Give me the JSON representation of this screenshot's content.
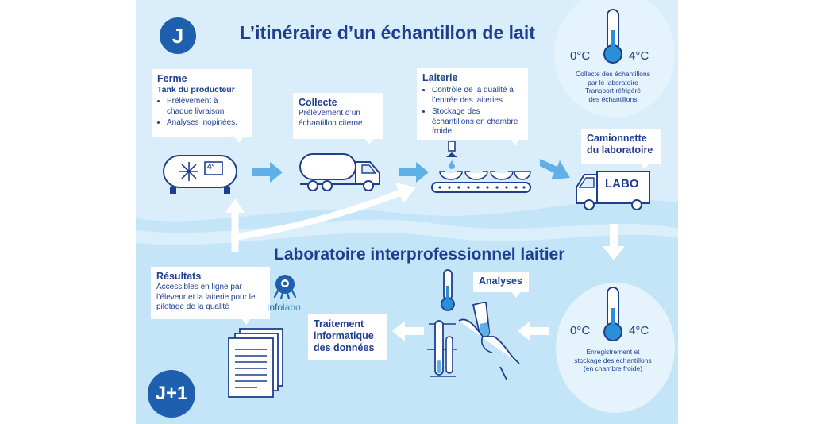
{
  "header": {
    "day_badge": "J",
    "title": "L’itinéraire d’un échantillon de lait"
  },
  "ferme": {
    "title": "Ferme",
    "subtitle": "Tank du producteur",
    "items": [
      "Prélèvement à chaque livraison",
      "Analyses inopinées."
    ]
  },
  "collecte": {
    "title": "Collecte",
    "text": "Prélèvement d’un échantillon citerne"
  },
  "laiterie": {
    "title": "Laiterie",
    "items": [
      "Contrôle de la qualité à l’entrée des laiteries",
      "Stockage des échantillons en chambre froide."
    ]
  },
  "camionnette": {
    "title_line1": "Camionnette",
    "title_line2": "du laboratoire",
    "van_label": "LABO"
  },
  "tank": {
    "temp_label": "4°"
  },
  "thermo_top": {
    "temp_min": "0°C",
    "temp_max": "4°C",
    "caption_line1": "Collecte des échantillons",
    "caption_line2": "par le laboratoire",
    "caption_line3": "Transport réfrigéré",
    "caption_line4": "des échantillons"
  },
  "thermo_bottom": {
    "temp_min": "0°C",
    "temp_max": "4°C",
    "caption_line1": "Enregistrement et",
    "caption_line2": "stockage des échantillons",
    "caption_line3": "(en chambre froide)"
  },
  "lab": {
    "title": "Laboratoire interprofessionnel laitier"
  },
  "resultats": {
    "title": "Résultats",
    "text": "Accessibles en ligne par l’éleveur et la laiterie pour le pilotage de la qualité"
  },
  "infolabo": {
    "name_part1": "Info",
    "name_part2": "labo"
  },
  "analyses": {
    "title": "Analyses"
  },
  "traitement": {
    "title_line1": "Traitement",
    "title_line2": "informatique",
    "title_line3": "des données"
  },
  "footer": {
    "day_badge": "J+1"
  },
  "colors": {
    "panel_light": "#dbeefa",
    "panel_mid": "#bfe2f6",
    "navy": "#1e3f8f",
    "badge_blue": "#1e5fae",
    "arrow_blue": "#5fb0e6",
    "thermo_blue": "#2a8fd6"
  }
}
